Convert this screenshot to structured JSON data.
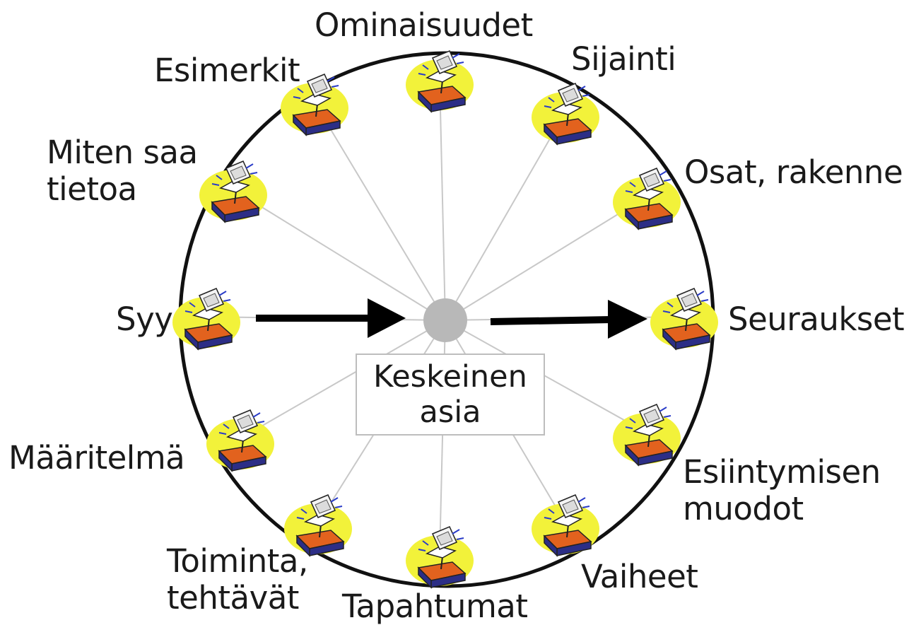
{
  "center": {
    "text": "Keskeinen\nasia"
  },
  "nodes": [
    {
      "id": "ominaisuudet",
      "label": "Ominaisuudet"
    },
    {
      "id": "sijainti",
      "label": "Sijainti"
    },
    {
      "id": "osat",
      "label": "Osat, rakenne"
    },
    {
      "id": "seuraukset",
      "label": "Seuraukset"
    },
    {
      "id": "esiintymisen",
      "label": "Esiintymisen\nmuodot"
    },
    {
      "id": "vaiheet",
      "label": "Vaiheet"
    },
    {
      "id": "tapahtumat",
      "label": "Tapahtumat"
    },
    {
      "id": "toiminta",
      "label": "Toiminta,\ntehtävät"
    },
    {
      "id": "maaritelma",
      "label": "Määritelmä"
    },
    {
      "id": "syy",
      "label": "Syy"
    },
    {
      "id": "miten",
      "label": "Miten saa\ntietoa"
    },
    {
      "id": "esimerkit",
      "label": "Esimerkit"
    }
  ],
  "colors": {
    "circle": "#111111",
    "spokes": "#c8c8c8",
    "hub": "#b8b8b8",
    "arrows": "#000000",
    "blob": "#f2f23a",
    "box_top": "#e2621e",
    "box_side": "#2c2e86"
  },
  "icon": "computer-clipart-icon"
}
